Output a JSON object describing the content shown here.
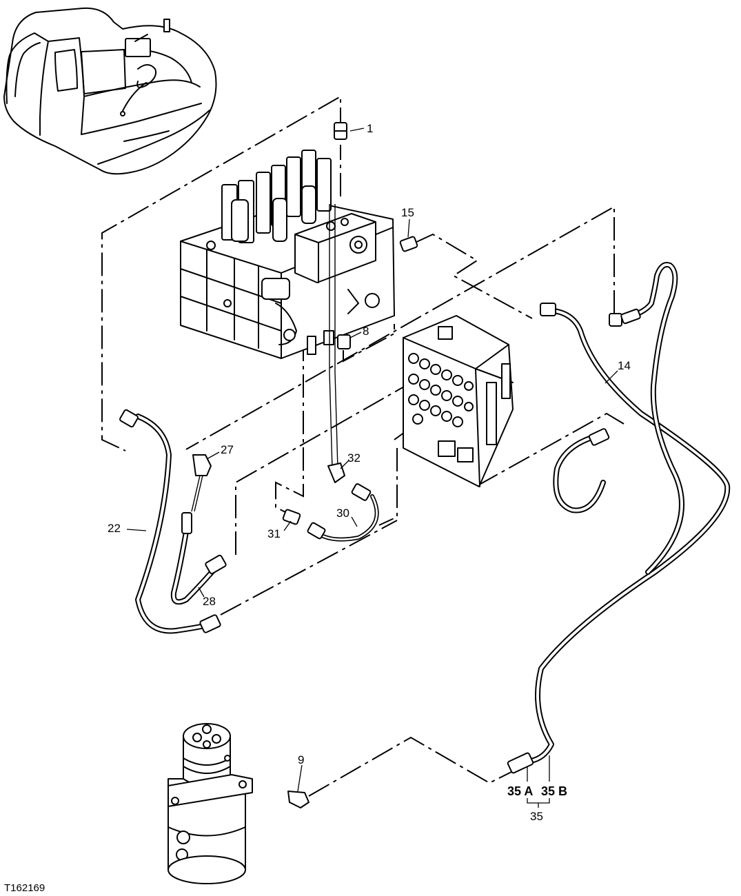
{
  "figure_id": "T162169",
  "callouts": {
    "c1": "1",
    "c15": "15",
    "c8": "8",
    "c14": "14",
    "c27": "27",
    "c32": "32",
    "c22": "22",
    "c30": "30",
    "c31": "31",
    "c28": "28",
    "c9": "9",
    "c35a": "35 A",
    "c35b": "35 B",
    "c35": "35"
  }
}
